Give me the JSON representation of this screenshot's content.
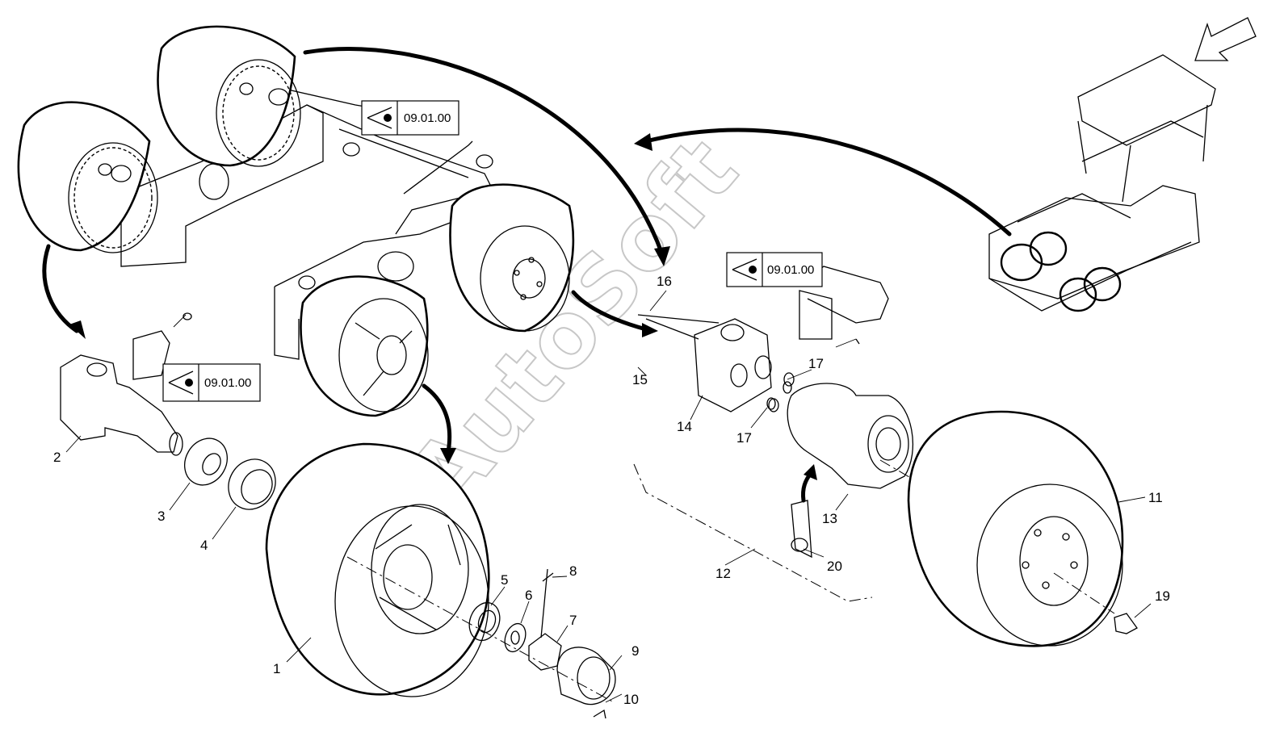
{
  "watermark": "AutoSoft",
  "reference_boxes": [
    {
      "id": "ref-top",
      "text": "09.01.00"
    },
    {
      "id": "ref-mid",
      "text": "09.01.00"
    },
    {
      "id": "ref-left",
      "text": "09.01.00"
    }
  ],
  "part_labels": [
    {
      "id": "1",
      "text": "1"
    },
    {
      "id": "2",
      "text": "2"
    },
    {
      "id": "3",
      "text": "3"
    },
    {
      "id": "4",
      "text": "4"
    },
    {
      "id": "5",
      "text": "5"
    },
    {
      "id": "6",
      "text": "6"
    },
    {
      "id": "7",
      "text": "7"
    },
    {
      "id": "8",
      "text": "8"
    },
    {
      "id": "9",
      "text": "9"
    },
    {
      "id": "10",
      "text": "10"
    },
    {
      "id": "11",
      "text": "11"
    },
    {
      "id": "12",
      "text": "12"
    },
    {
      "id": "13",
      "text": "13"
    },
    {
      "id": "14",
      "text": "14"
    },
    {
      "id": "15",
      "text": "15"
    },
    {
      "id": "16",
      "text": "16"
    },
    {
      "id": "17a",
      "text": "17"
    },
    {
      "id": "17b",
      "text": "17"
    },
    {
      "id": "19",
      "text": "19"
    },
    {
      "id": "20",
      "text": "20"
    }
  ]
}
